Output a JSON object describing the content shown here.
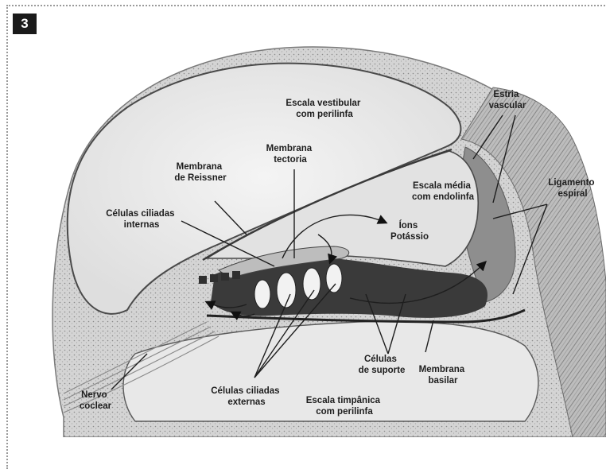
{
  "figure_number": "3",
  "labels": {
    "escala_vestibular": [
      "Escala vestibular",
      "com perilinfa"
    ],
    "estria_vascular": [
      "Estria",
      "vascular"
    ],
    "membrana_tectoria": [
      "Membrana",
      "tectoria"
    ],
    "membrana_reissner": [
      "Membrana",
      "de Reissner"
    ],
    "escala_media": [
      "Escala média",
      "com endolinfa"
    ],
    "ligamento_espiral": [
      "Ligamento",
      "espiral"
    ],
    "celulas_ciliadas_internas": [
      "Células ciliadas",
      "internas"
    ],
    "ions_potassio": [
      "Íons",
      "Potássio"
    ],
    "celulas_suporte": [
      "Células",
      "de suporte"
    ],
    "membrana_basilar": [
      "Membrana",
      "basilar"
    ],
    "nervo_coclear": [
      "Nervo",
      "coclear"
    ],
    "celulas_ciliadas_externas": [
      "Células ciliadas",
      "externas"
    ],
    "escala_timpanica": [
      "Escala timpânica",
      "com perilinfa"
    ]
  }
}
